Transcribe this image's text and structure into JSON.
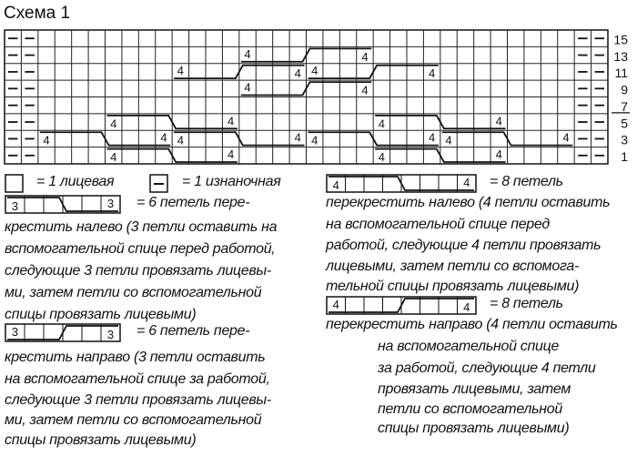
{
  "title": "Схема 1",
  "chart_data": {
    "type": "knitting-chart",
    "columns": 36,
    "purl_columns": [
      0,
      1,
      34,
      35
    ],
    "rows": [
      {
        "label": "15",
        "cables": []
      },
      {
        "label": "13",
        "cables": [
          {
            "start": 14,
            "width": 8,
            "dir": "left"
          }
        ]
      },
      {
        "label": "11",
        "cables": [
          {
            "start": 10,
            "width": 8,
            "dir": "left"
          },
          {
            "start": 18,
            "width": 8,
            "dir": "left"
          }
        ]
      },
      {
        "label": "9",
        "cables": [
          {
            "start": 14,
            "width": 8,
            "dir": "left"
          }
        ]
      },
      {
        "label": "7",
        "cables": []
      },
      {
        "label": "5",
        "cables": [
          {
            "start": 6,
            "width": 8,
            "dir": "right"
          },
          {
            "start": 22,
            "width": 8,
            "dir": "right"
          }
        ]
      },
      {
        "label": "3",
        "cables": [
          {
            "start": 2,
            "width": 8,
            "dir": "right"
          },
          {
            "start": 10,
            "width": 8,
            "dir": "right"
          },
          {
            "start": 18,
            "width": 8,
            "dir": "right"
          },
          {
            "start": 26,
            "width": 8,
            "dir": "right"
          }
        ]
      },
      {
        "label": "1",
        "cables": [
          {
            "start": 6,
            "width": 8,
            "dir": "right"
          },
          {
            "start": 22,
            "width": 8,
            "dir": "right"
          }
        ]
      }
    ],
    "cable_label": "4"
  },
  "legend": {
    "knit": "= 1 лицевая",
    "purl": "= 1 изнаночная",
    "cable3_left": {
      "label": "3",
      "lines": [
        "= 6 петель пере-",
        "крестить налево (3 петли оставить на",
        "вспомогательной спице перед работой,",
        "следующие 3 петли провязать лицевы-",
        "ми, затем петли со вспомогательной",
        "спицы провязать лицевыми)"
      ]
    },
    "cable3_right": {
      "label": "3",
      "lines": [
        "= 6 петель пере-",
        "крестить направо (3 петли оставить",
        "на вспомогательной спице за работой,",
        "следующие 3 петли провязать лицевы-",
        "ми, затем петли со вспомогательной",
        "спицы провязать лицевыми)"
      ]
    },
    "cable4_left": {
      "label": "4",
      "lines": [
        "= 8 петель",
        "перекрестить налево (4 петли оставить",
        "на вспомогательной спице перед",
        "работой, следующие 4 петли провязать",
        "лицевыми, затем петли со вспомога-",
        "тельной спицы провязать лицевыми)"
      ]
    },
    "cable4_right": {
      "label": "4",
      "lines": [
        "= 8 петель",
        "перекрестить направо (4 петли оставить",
        "на вспомогательной спице",
        "за работой, следующие 4 петли",
        "провязать лицевыми, затем",
        "петли со вспомогательной",
        "спицы провязать лицевыми)"
      ]
    }
  }
}
